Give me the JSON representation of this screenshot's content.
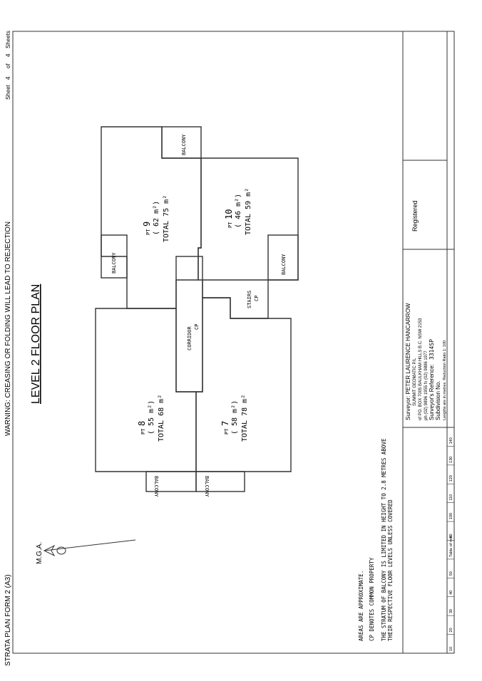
{
  "header": {
    "warning": "WARNING: CREASING OR FOLDING WILL LEAD TO REJECTION",
    "sheet_label": "Sheet",
    "sheet_no": "4",
    "of_label": "of",
    "sheet_total": "4",
    "sheets_label": "Sheets",
    "form_name": "STRATA PLAN FORM 2 (A3)"
  },
  "plan": {
    "title": "LEVEL 2 FLOOR PLAN",
    "north_label": "M.G.A.",
    "lots": [
      {
        "pt": "PT",
        "no": "9",
        "area": "( 62 m²)",
        "total": "TOTAL  75  m²"
      },
      {
        "pt": "PT",
        "no": "10",
        "area": "( 46 m²)",
        "total": "TOTAL  59  m²"
      },
      {
        "pt": "PT",
        "no": "8",
        "area": "( 55 m²)",
        "total": "TOTAL  68  m²"
      },
      {
        "pt": "PT",
        "no": "7",
        "area": "( 58 m²)",
        "total": "TOTAL  78  m²"
      }
    ],
    "balcony": "BALCONY",
    "corridor": "CORRIDOR",
    "stairs": "STAIRS",
    "cp": "CP"
  },
  "notes": [
    "AREAS ARE APPROXIMATE.",
    "CP DENOTES COMMON PROPERTY",
    "THE STRATUM OF BALCONY IS LIMITED IN HEIGHT TO 2.8 METRES ABOVE",
    "THEIR RESPECTIVE FLOOR LEVELS UNLESS COVERED"
  ],
  "surveyor": {
    "line1": "Surveyor:  PETER LAURENCE HANCARROW",
    "line2": "SUMMIT GEOMATIC P/L",
    "line3": "of  PO. BOX 7005 BAULKHAM HILLS B.C. NSW 2153",
    "line4": "ph (02) 9896 1955    fx (02) 9896 1977",
    "ref_label": "Surveyor's Reference:",
    "ref_value": "3314SP",
    "subdivision": "Subdivision No.",
    "lengths": "Lengths are in metres. Reduction Ratio 1:  100",
    "registered": "Registered"
  },
  "scale_bar": {
    "ticks": [
      "10",
      "20",
      "30",
      "40",
      "50",
      "Table of mm",
      "90",
      "100",
      "110",
      "120",
      "130",
      "140"
    ]
  }
}
